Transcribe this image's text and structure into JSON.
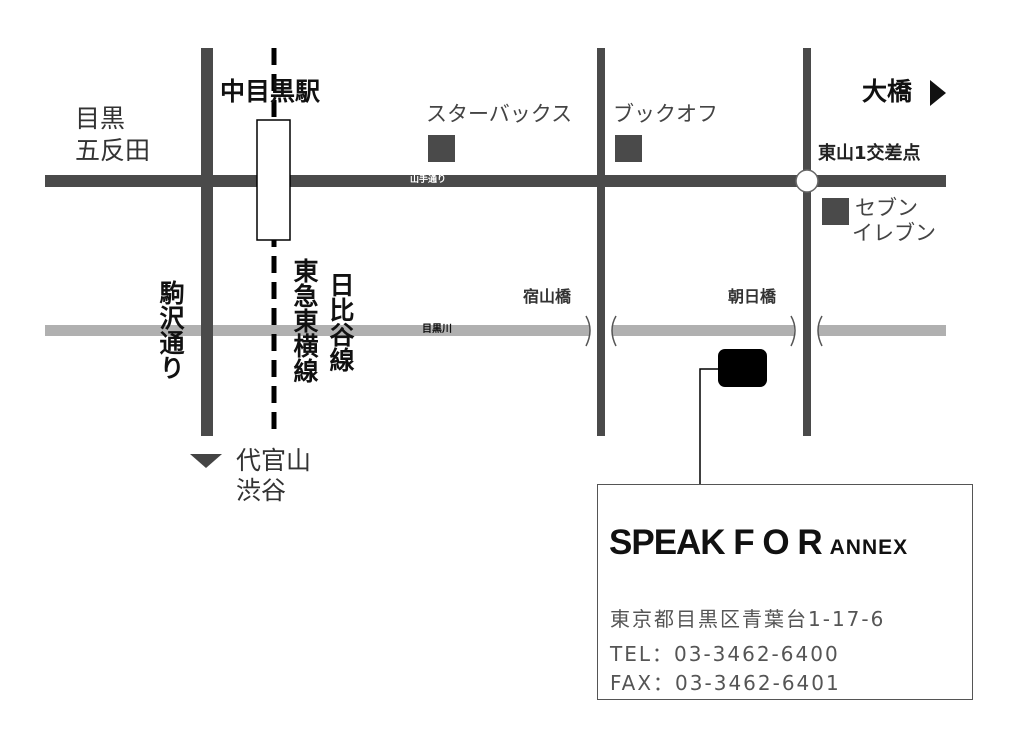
{
  "areas": {
    "meguro_gotanda": [
      "目黒",
      "五反田"
    ],
    "ohashi": "大橋",
    "daikanyama_shibuya": [
      "代官山",
      "渋谷"
    ]
  },
  "station": {
    "name": "中目黒駅",
    "lines": [
      "東急東横線",
      "日比谷線"
    ]
  },
  "streets": {
    "yamate": "山手通り",
    "komazawa": "駒沢通り"
  },
  "river": {
    "name": "目黒川"
  },
  "bridges": [
    "宿山橋",
    "朝日橋"
  ],
  "intersection": "東山1交差点",
  "landmarks": {
    "starbucks": "スターバックス",
    "bookoff": "ブックオフ",
    "seven": [
      "セブン",
      "イレブン"
    ]
  },
  "info": {
    "name_main": "SPEAK F O R",
    "name_sub": "ANNEX",
    "address": "東京都目黒区青葉台1-17-6",
    "tel": "TEL：03-3462-6400",
    "fax": "FAX：03-3462-6401"
  },
  "icons": {
    "arrow_right": "triangle-right-icon",
    "arrow_down": "triangle-down-icon"
  },
  "colors": {
    "road": "#4a4a4a",
    "river": "#b0b0b0",
    "marker": "#000000",
    "landmark": "#4a4a4a"
  }
}
